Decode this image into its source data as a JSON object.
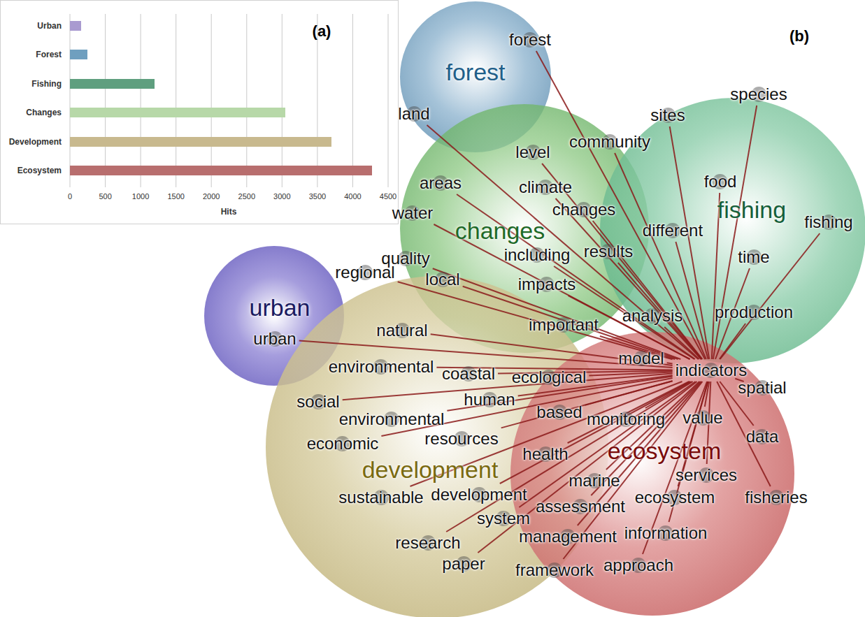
{
  "diagram": {
    "nodes": [
      {
        "text": [
          "forest"
        ]
      },
      {
        "text": [
          "forest"
        ],
        "in": 0
      },
      {
        "text": [
          "changes"
        ]
      },
      {
        "text": [
          "land"
        ],
        "in": 2
      },
      {
        "text": [
          "areas"
        ],
        "in": 2
      },
      {
        "text": [
          "water"
        ],
        "in": 2
      },
      {
        "text": [
          "level"
        ],
        "in": 2
      },
      {
        "text": [
          "community"
        ],
        "in": 2
      },
      {
        "text": [
          "climate"
        ],
        "in": 2
      },
      {
        "text": [
          "changes"
        ],
        "in": 2
      },
      {
        "text": [
          "including"
        ],
        "in": 2
      },
      {
        "text": [
          "impacts"
        ],
        "in": 2
      },
      {
        "text": [
          "quality"
        ],
        "in": 2
      },
      {
        "text": [
          "local"
        ],
        "in": 2
      },
      {
        "text": [
          "important"
        ],
        "in": 2
      },
      {
        "text": [
          "results"
        ],
        "in": 2
      },
      {
        "text": [
          "fishing"
        ]
      },
      {
        "text": [
          "sites"
        ],
        "in": 16
      },
      {
        "text": [
          "species"
        ],
        "in": 16
      },
      {
        "text": [
          "food"
        ],
        "in": 16
      },
      {
        "text": [
          "fishing"
        ],
        "in": 16
      },
      {
        "text": [
          "different"
        ],
        "in": 16
      },
      {
        "text": [
          "time"
        ],
        "in": 16
      },
      {
        "text": [
          "production"
        ],
        "in": 16
      },
      {
        "text": [
          "analysis"
        ],
        "in": 16
      },
      {
        "text": [
          "urban"
        ]
      },
      {
        "text": [
          "urban"
        ],
        "in": 25
      },
      {
        "text": [
          "development"
        ]
      },
      {
        "text": [
          "regional"
        ],
        "in": 27
      },
      {
        "text": [
          "natural"
        ],
        "in": 27
      },
      {
        "text": [
          "environmental"
        ],
        "in": 27
      },
      {
        "text": [
          "coastal"
        ],
        "in": 27
      },
      {
        "text": [
          "ecological"
        ],
        "in": 27
      },
      {
        "text": [
          "human"
        ],
        "in": 27
      },
      {
        "text": [
          "social"
        ],
        "in": 27
      },
      {
        "text": [
          "environmental"
        ],
        "in": 27
      },
      {
        "text": [
          "economic"
        ],
        "in": 27
      },
      {
        "text": [
          "resources"
        ],
        "in": 27
      },
      {
        "text": [
          "sustainable"
        ],
        "in": 27
      },
      {
        "text": [
          "development"
        ],
        "in": 27
      },
      {
        "text": [
          "system"
        ],
        "in": 27
      },
      {
        "text": [
          "research"
        ],
        "in": 27
      },
      {
        "text": [
          "paper"
        ],
        "in": 27
      },
      {
        "text": [
          "ecosystem"
        ]
      },
      {
        "text": [
          "model"
        ],
        "in": 43
      },
      {
        "text": [
          "indicators"
        ],
        "in": 43
      },
      {
        "text": [
          "spatial"
        ],
        "in": 43
      },
      {
        "text": [
          "based"
        ],
        "in": 43
      },
      {
        "text": [
          "monitoring"
        ],
        "in": 43
      },
      {
        "text": [
          "value"
        ],
        "in": 43
      },
      {
        "text": [
          "data"
        ],
        "in": 43
      },
      {
        "text": [
          "health"
        ],
        "in": 43
      },
      {
        "text": [
          "marine"
        ],
        "in": 43
      },
      {
        "text": [
          "services"
        ],
        "in": 43
      },
      {
        "text": [
          "assessment"
        ],
        "in": 43
      },
      {
        "text": [
          "ecosystem"
        ],
        "in": 43
      },
      {
        "text": [
          "fisheries"
        ],
        "in": 43
      },
      {
        "text": [
          "information"
        ],
        "in": 43
      },
      {
        "text": [
          "management"
        ],
        "in": 43
      },
      {
        "text": [
          "framework"
        ],
        "in": 43
      },
      {
        "text": [
          "approach"
        ],
        "in": 43
      }
    ],
    "edges": [
      {
        "from": 45,
        "to": 1,
        "arrow": "none"
      },
      {
        "from": 45,
        "to": 3,
        "arrow": "none"
      },
      {
        "from": 45,
        "to": 4,
        "arrow": "none"
      },
      {
        "from": 45,
        "to": 5,
        "arrow": "none"
      },
      {
        "from": 45,
        "to": 6,
        "arrow": "none"
      },
      {
        "from": 45,
        "to": 7,
        "arrow": "none"
      },
      {
        "from": 45,
        "to": 8,
        "arrow": "none"
      },
      {
        "from": 45,
        "to": 9,
        "arrow": "none"
      },
      {
        "from": 45,
        "to": 10,
        "arrow": "none"
      },
      {
        "from": 45,
        "to": 11,
        "arrow": "none"
      },
      {
        "from": 45,
        "to": 12,
        "arrow": "none"
      },
      {
        "from": 45,
        "to": 13,
        "arrow": "none"
      },
      {
        "from": 45,
        "to": 14,
        "arrow": "none"
      },
      {
        "from": 45,
        "to": 15,
        "arrow": "none"
      },
      {
        "from": 45,
        "to": 17,
        "arrow": "none"
      },
      {
        "from": 45,
        "to": 18,
        "arrow": "none"
      },
      {
        "from": 45,
        "to": 19,
        "arrow": "none"
      },
      {
        "from": 45,
        "to": 20,
        "arrow": "none"
      },
      {
        "from": 45,
        "to": 21,
        "arrow": "none"
      },
      {
        "from": 45,
        "to": 22,
        "arrow": "none"
      },
      {
        "from": 45,
        "to": 23,
        "arrow": "none"
      },
      {
        "from": 45,
        "to": 24,
        "arrow": "none"
      },
      {
        "from": 45,
        "to": 26,
        "arrow": "none"
      },
      {
        "from": 45,
        "to": 28,
        "arrow": "none"
      },
      {
        "from": 45,
        "to": 29,
        "arrow": "none"
      },
      {
        "from": 45,
        "to": 30,
        "arrow": "none"
      },
      {
        "from": 45,
        "to": 31,
        "arrow": "none"
      },
      {
        "from": 45,
        "to": 32,
        "arrow": "none"
      },
      {
        "from": 45,
        "to": 33,
        "arrow": "none"
      },
      {
        "from": 45,
        "to": 34,
        "arrow": "none"
      },
      {
        "from": 45,
        "to": 35,
        "arrow": "none"
      },
      {
        "from": 45,
        "to": 36,
        "arrow": "none"
      },
      {
        "from": 45,
        "to": 37,
        "arrow": "none"
      },
      {
        "from": 45,
        "to": 38,
        "arrow": "none"
      },
      {
        "from": 45,
        "to": 39,
        "arrow": "none"
      },
      {
        "from": 45,
        "to": 40,
        "arrow": "none"
      },
      {
        "from": 45,
        "to": 41,
        "arrow": "none"
      },
      {
        "from": 45,
        "to": 42,
        "arrow": "none"
      },
      {
        "from": 45,
        "to": 44,
        "arrow": "none"
      },
      {
        "from": 45,
        "to": 46,
        "arrow": "none"
      },
      {
        "from": 45,
        "to": 47,
        "arrow": "none"
      },
      {
        "from": 45,
        "to": 48,
        "arrow": "none"
      },
      {
        "from": 45,
        "to": 49,
        "arrow": "none"
      },
      {
        "from": 45,
        "to": 50,
        "arrow": "none"
      },
      {
        "from": 45,
        "to": 51,
        "arrow": "none"
      },
      {
        "from": 45,
        "to": 52,
        "arrow": "none"
      },
      {
        "from": 45,
        "to": 53,
        "arrow": "none"
      },
      {
        "from": 45,
        "to": 54,
        "arrow": "none"
      },
      {
        "from": 45,
        "to": 55,
        "arrow": "none"
      },
      {
        "from": 45,
        "to": 56,
        "arrow": "none"
      },
      {
        "from": 45,
        "to": 57,
        "arrow": "none"
      },
      {
        "from": 45,
        "to": 58,
        "arrow": "none"
      },
      {
        "from": 45,
        "to": 59,
        "arrow": "none"
      },
      {
        "from": 45,
        "to": 60,
        "arrow": "none"
      }
    ],
    "labels": [
      "(a)",
      "(b)",
      "Urban",
      "Forest",
      "Fishing",
      "Changes",
      "Development",
      "Ecosystem",
      "0",
      "500",
      "1000",
      "1500",
      "2000",
      "2500",
      "3000",
      "3500",
      "4000",
      "4500",
      "Hits"
    ]
  }
}
